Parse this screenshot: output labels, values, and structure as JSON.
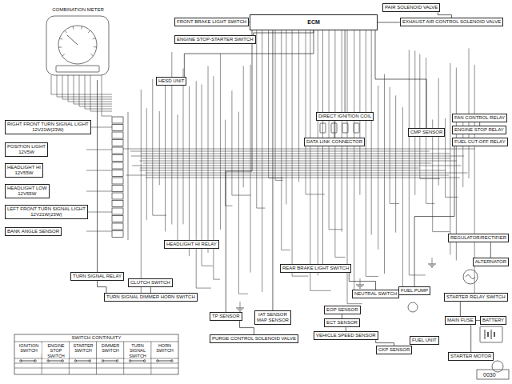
{
  "diagram": {
    "nodes": [
      {
        "text": [
          "COMBINATION METER"
        ]
      },
      {
        "text": [
          "RIGHT FRONT TURN SIGNAL LIGHT",
          "12V21W(23W)"
        ]
      },
      {
        "text": [
          "POSITION LIGHT",
          "12V5W"
        ]
      },
      {
        "text": [
          "HEADLIGHT HI",
          "12V55W"
        ]
      },
      {
        "text": [
          "HEADLIGHT LOW",
          "12V55W"
        ]
      },
      {
        "text": [
          "LEFT FRONT TURN SIGNAL LIGHT",
          "12V21W(23W)"
        ]
      },
      {
        "text": [
          "BANK ANGLE SENSOR"
        ]
      },
      {
        "text": [
          "TURN SIGNAL RELAY"
        ]
      },
      {
        "text": [
          "HESD UNIT"
        ]
      },
      {
        "text": [
          "FRONT BRAKE LIGHT SWITCH"
        ]
      },
      {
        "text": [
          "ENGINE STOP-STARTER SWITCH"
        ]
      },
      {
        "text": [
          "ECM"
        ]
      },
      {
        "text": [
          "PAIR SOLENOID VALVE"
        ]
      },
      {
        "text": [
          "EXHAUST AIR CONTROL SOLENOID VALVE"
        ]
      },
      {
        "text": [
          "DIRECT IGNITION COIL"
        ]
      },
      {
        "text": [
          "DATA LINK CONNECTOR"
        ]
      },
      {
        "text": [
          "CMP SENSOR"
        ]
      },
      {
        "text": [
          "FAN CONTROL RELAY"
        ]
      },
      {
        "text": [
          "ENGINE STOP RELAY"
        ]
      },
      {
        "text": [
          "FUEL CUT-OFF RELAY"
        ]
      },
      {
        "text": [
          "HEADLIGHT HI RELAY"
        ]
      },
      {
        "text": [
          "CLUTCH SWITCH"
        ]
      },
      {
        "text": [
          "TURN SIGNAL DIMMER HORN SWITCH"
        ]
      },
      {
        "text": [
          "TP SENSOR"
        ]
      },
      {
        "text": [
          "PURGE CONTROL SOLENOID VALVE"
        ]
      },
      {
        "text": [
          "IAT SENSOR",
          "MAP SENSOR"
        ]
      },
      {
        "text": [
          "REAR BRAKE LIGHT SWITCH"
        ]
      },
      {
        "text": [
          "NEUTRAL SWITCH"
        ]
      },
      {
        "text": [
          "EOP SENSOR"
        ]
      },
      {
        "text": [
          "ECT SENSOR"
        ]
      },
      {
        "text": [
          "VEHICLE SPEED SENSOR"
        ]
      },
      {
        "text": [
          "CKP SENSOR"
        ]
      },
      {
        "text": [
          "FUEL PUMP"
        ]
      },
      {
        "text": [
          "FUEL UNIT"
        ]
      },
      {
        "text": [
          "REGULATOR/RECTIFIER"
        ]
      },
      {
        "text": [
          "ALTERNATOR"
        ]
      },
      {
        "text": [
          "STARTER RELAY SWITCH"
        ]
      },
      {
        "text": [
          "MAIN FUSE"
        ]
      },
      {
        "text": [
          "BATTERY"
        ]
      },
      {
        "text": [
          "STARTER MOTOR"
        ]
      },
      {
        "text": [
          "SWITCH CONTINUITY"
        ]
      }
    ],
    "edges": [
      {
        "from": 9,
        "to": 11,
        "arrow": "none"
      },
      {
        "from": 10,
        "to": 11,
        "arrow": "none"
      },
      {
        "from": 8,
        "to": 11,
        "arrow": "none"
      },
      {
        "from": 12,
        "to": 13,
        "arrow": "none"
      },
      {
        "from": 11,
        "to": 13,
        "arrow": "none"
      },
      {
        "from": 11,
        "to": 14,
        "arrow": "none"
      },
      {
        "from": 14,
        "to": 15,
        "arrow": "none"
      },
      {
        "from": 11,
        "to": 16,
        "arrow": "none"
      },
      {
        "from": 19,
        "to": 32,
        "arrow": "none"
      },
      {
        "from": 11,
        "to": 23,
        "arrow": "none"
      },
      {
        "from": 23,
        "to": 24,
        "arrow": "none"
      },
      {
        "from": 11,
        "to": 25,
        "arrow": "none"
      },
      {
        "from": 26,
        "to": 27,
        "arrow": "none"
      },
      {
        "from": 27,
        "to": 32,
        "arrow": "none"
      },
      {
        "from": 28,
        "to": 29,
        "arrow": "none"
      },
      {
        "from": 29,
        "to": 30,
        "arrow": "none"
      },
      {
        "from": 30,
        "to": 31,
        "arrow": "none"
      },
      {
        "from": 34,
        "to": 35,
        "arrow": "none"
      },
      {
        "from": 36,
        "to": 37,
        "arrow": "none"
      },
      {
        "from": 37,
        "to": 38,
        "arrow": "none"
      },
      {
        "from": 37,
        "to": 39,
        "arrow": "none"
      },
      {
        "from": 0,
        "to": 7,
        "arrow": "none"
      },
      {
        "from": 22,
        "to": 7,
        "arrow": "none"
      },
      {
        "from": 21,
        "to": 22,
        "arrow": "none"
      },
      {
        "from": 18,
        "to": 17,
        "arrow": "none"
      }
    ],
    "labels": [
      "IGNITION SWITCH",
      "ENGINE STOP SWITCH",
      "STARTER SWITCH",
      "DIMMER SWITCH",
      "TURN SIGNAL SWITCH",
      "HORN SWITCH",
      "0030"
    ]
  }
}
